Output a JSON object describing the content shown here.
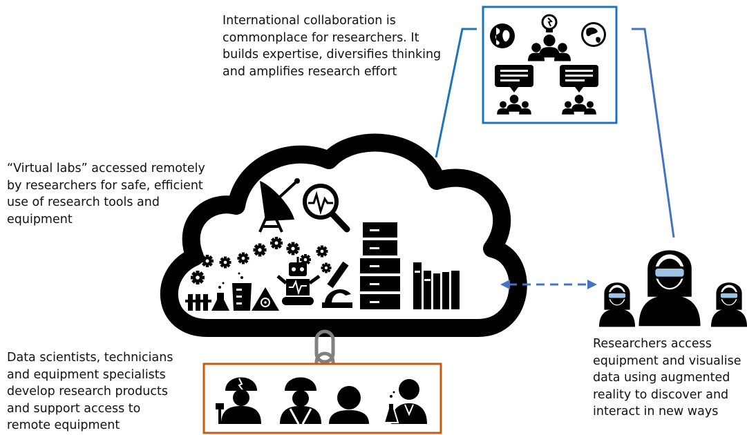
{
  "captions": {
    "collaboration": [
      "International collaboration is",
      "commonplace for researchers. It",
      "builds expertise, diversifies thinking",
      "and amplifies research effort"
    ],
    "virtual_labs": [
      "“Virtual labs” accessed remotely",
      "by researchers for safe, efficient",
      "use of research tools and",
      "equipment"
    ],
    "support_staff": [
      "Data scientists, technicians",
      "and equipment specialists",
      "develop research products",
      "and support access to",
      "remote equipment"
    ],
    "researchers_ar": [
      "Researchers access",
      "equipment and visualise",
      "data using augmented",
      "reality to discover and",
      "interact in new ways"
    ]
  },
  "colors": {
    "collaboration_box": "#1b75bc",
    "collaboration_lines": "#4472c4",
    "support_box": "#c55a11",
    "dashed_arrow": "#4472c4",
    "icons": "#000000"
  },
  "icons": {
    "collaboration": [
      "globe-icon",
      "lightbulb-icon",
      "team-icon",
      "globe-icon",
      "chat-group-icon",
      "chat-group-icon"
    ],
    "cloud": [
      "satellite-dish-icon",
      "magnifier-waveform-icon",
      "gears-icon",
      "server-rack-icon",
      "robot-icon",
      "microscope-icon",
      "test-tubes-icon",
      "flask-icon",
      "beaker-icon",
      "biohazard-icon",
      "books-icon"
    ],
    "support_staff": [
      "electrician-icon",
      "engineer-icon",
      "headset-operator-icon",
      "scientist-icon"
    ],
    "researchers": [
      "vr-researcher-icon",
      "vr-researcher-icon",
      "vr-researcher-icon"
    ]
  }
}
